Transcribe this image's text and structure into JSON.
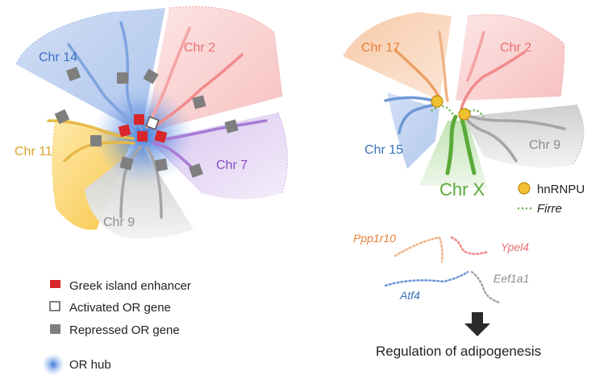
{
  "left_panel": {
    "chromosomes": [
      {
        "label": "Chr 14",
        "color": "#3a6fc4"
      },
      {
        "label": "Chr 2",
        "color": "#e8706f"
      },
      {
        "label": "Chr 11",
        "color": "#d9a52a"
      },
      {
        "label": "Chr 7",
        "color": "#8a4dc0"
      },
      {
        "label": "Chr 9",
        "color": "#8c8c8c"
      }
    ],
    "legend": [
      {
        "label": "Greek island enhancer",
        "color": "#d9262b"
      },
      {
        "label": "Activated OR gene",
        "color": "#ffffff"
      },
      {
        "label": "Repressed OR gene",
        "color": "#7f7f7f"
      },
      {
        "label": "OR hub",
        "color": "#4a78d0"
      }
    ]
  },
  "right_panel": {
    "chromosomes": [
      {
        "label": "Chr 17",
        "color": "#e8803a"
      },
      {
        "label": "Chr 2",
        "color": "#e8706f"
      },
      {
        "label": "Chr 15",
        "color": "#3a73b8"
      },
      {
        "label": "Chr 9",
        "color": "#8c8c8c"
      },
      {
        "label": "Chr X",
        "color": "#5aaa3a"
      }
    ],
    "legend": [
      {
        "label": "hnRNPU",
        "color": "#f0c030"
      },
      {
        "label": "Firre",
        "color": "#6ab04c"
      }
    ],
    "genes": [
      {
        "label": "Ppp1r10",
        "color": "#e8803a"
      },
      {
        "label": "Ypel4",
        "color": "#e8706f"
      },
      {
        "label": "Eef1a1",
        "color": "#8c8c8c"
      },
      {
        "label": "Atf4",
        "color": "#3a73b8"
      }
    ],
    "outcome": "Regulation of adipogenesis"
  }
}
